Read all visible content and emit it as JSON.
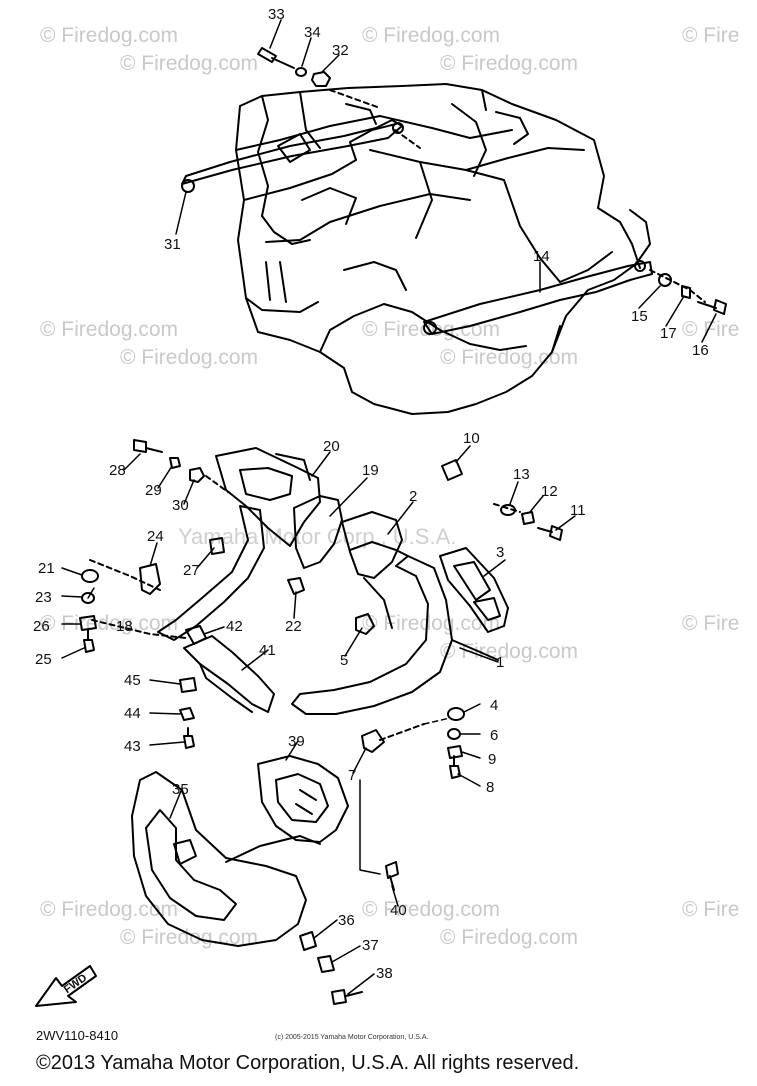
{
  "watermark": {
    "text": "© Firedog.com",
    "partial_text": "© Fire",
    "brand": "Yamaha Motor Corp., U.S.A."
  },
  "diagram_code": "2WV110-8410",
  "small_copyright": "(c) 2005-2015 Yamaha Motor Corporation, U.S.A.",
  "copyright": "©2013 Yamaha Motor Corporation, U.S.A. All rights reserved.",
  "fwd_label": "FWD",
  "callouts": [
    "1",
    "2",
    "3",
    "4",
    "5",
    "6",
    "7",
    "8",
    "9",
    "10",
    "11",
    "12",
    "13",
    "14",
    "15",
    "16",
    "17",
    "18",
    "19",
    "20",
    "21",
    "22",
    "23",
    "24",
    "25",
    "26",
    "27",
    "28",
    "29",
    "30",
    "31",
    "32",
    "33",
    "34",
    "35",
    "36",
    "37",
    "38",
    "39",
    "40",
    "41",
    "42",
    "43",
    "44",
    "45"
  ]
}
